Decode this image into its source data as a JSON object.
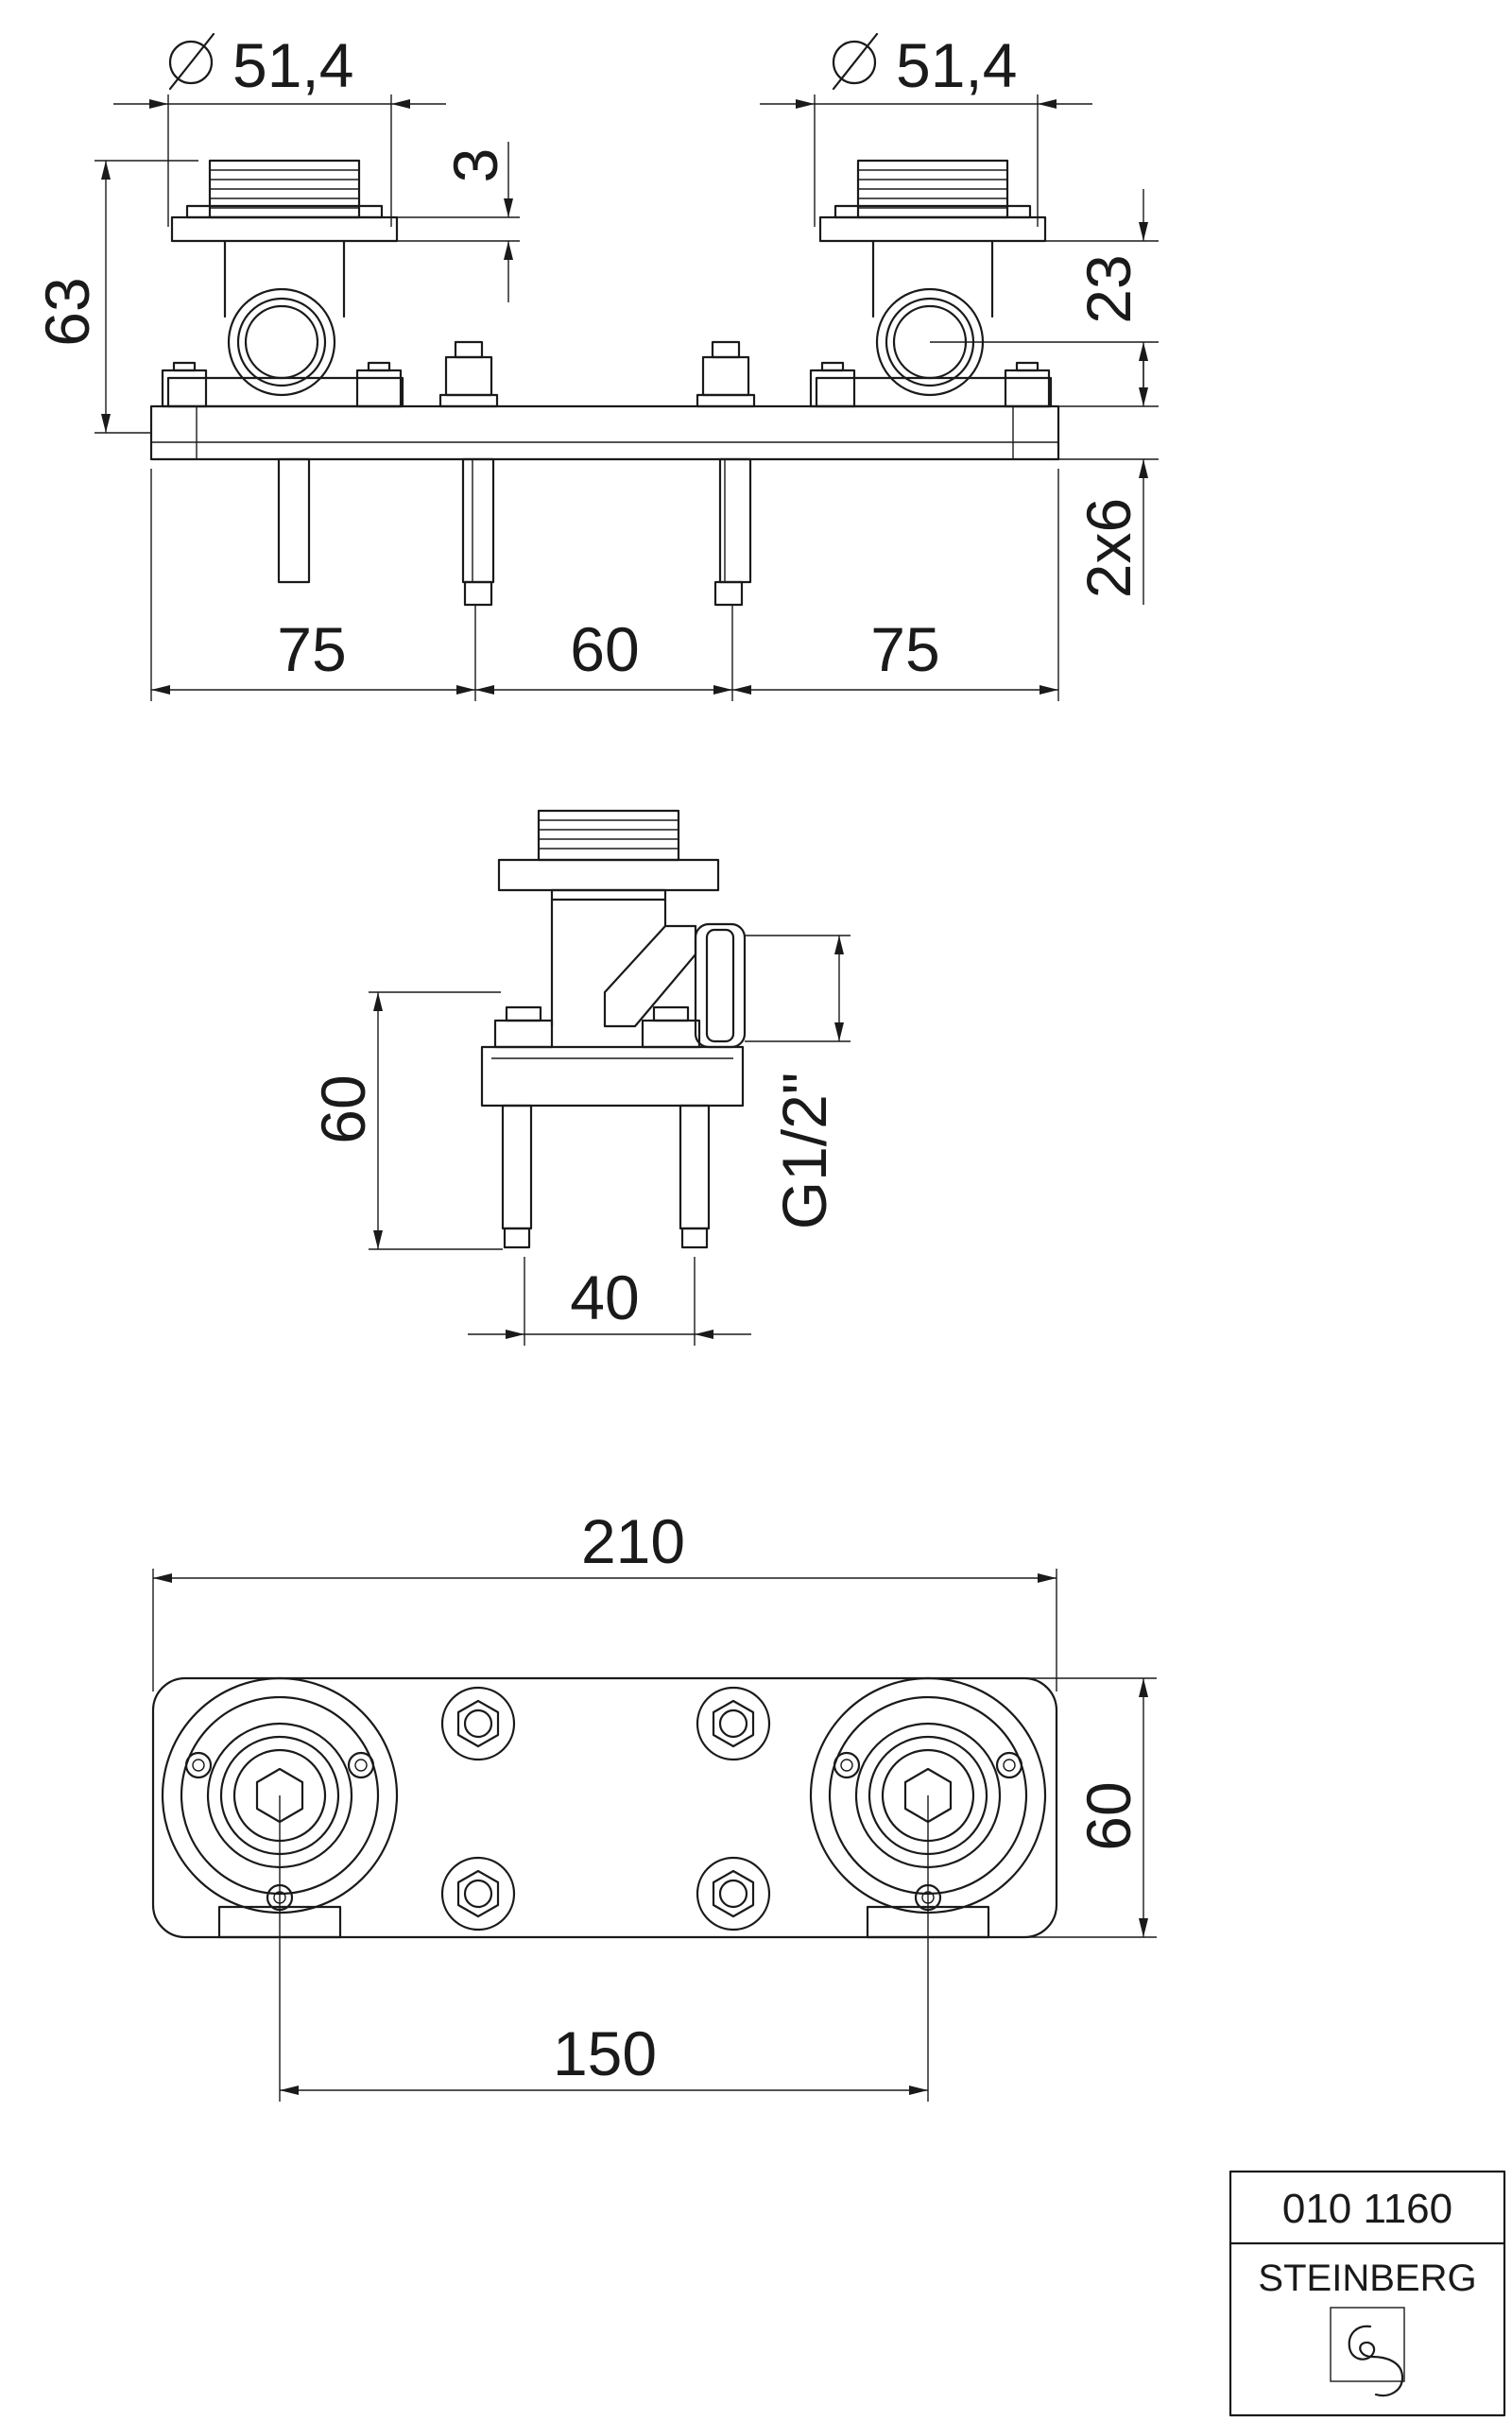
{
  "dimensions": {
    "top_dia_left": "51,4",
    "top_dia_right": "51,4",
    "top_3": "3",
    "top_63": "63",
    "top_23": "23",
    "top_2x6": "2x6",
    "top_75_left": "75",
    "top_60": "60",
    "top_75_right": "75",
    "side_60": "60",
    "side_g12": "G1/2\"",
    "side_40": "40",
    "bottom_210": "210",
    "bottom_60": "60",
    "bottom_150": "150"
  },
  "title_block": {
    "article_number": "010 1160",
    "brand": "STEINBERG"
  },
  "icons": {
    "diameter": "diameter-icon",
    "brand_logo": "steinberg-logo-icon"
  }
}
